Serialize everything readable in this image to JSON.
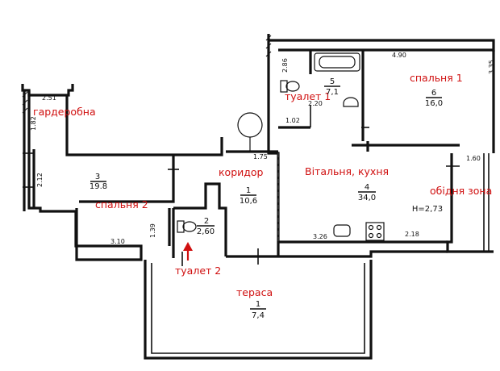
{
  "rooms": {
    "wardrobe": {
      "label": "гардеробна"
    },
    "bedroom2": {
      "label": "спальня 2",
      "number": "3",
      "area": "19.8"
    },
    "corridor": {
      "label": "коридор",
      "number": "1",
      "area": "10,6"
    },
    "toilet1": {
      "label": "туалет 1",
      "number": "5",
      "area": "7,1"
    },
    "toilet2": {
      "label": "туалет 2",
      "number": "2",
      "area": "2,60"
    },
    "bedroom1": {
      "label": "спальня 1",
      "number": "6",
      "area": "16,0"
    },
    "living": {
      "label": "Вітальня, кухня",
      "number": "4",
      "area": "34,0"
    },
    "dining": {
      "label": "обідня зона"
    },
    "terrace": {
      "label": "тераса",
      "number": "1",
      "area": "7,4"
    }
  },
  "ceiling_height": "H=2,73",
  "dimensions": {
    "d_251": "2.51",
    "d_182": "1.82",
    "d_212": "2.12",
    "d_310": "3.10",
    "d_139": "1.39",
    "d_175": "1.75",
    "d_286": "2.86",
    "d_220": "2.20",
    "d_102": "1.02",
    "d_490": "4.90",
    "d_335": "3.35",
    "d_160": "1.60",
    "d_326": "3.26",
    "d_218": "2.18"
  },
  "colors": {
    "label": "#d01010",
    "marker_arrow": "#d01010",
    "wall": "#111111"
  }
}
